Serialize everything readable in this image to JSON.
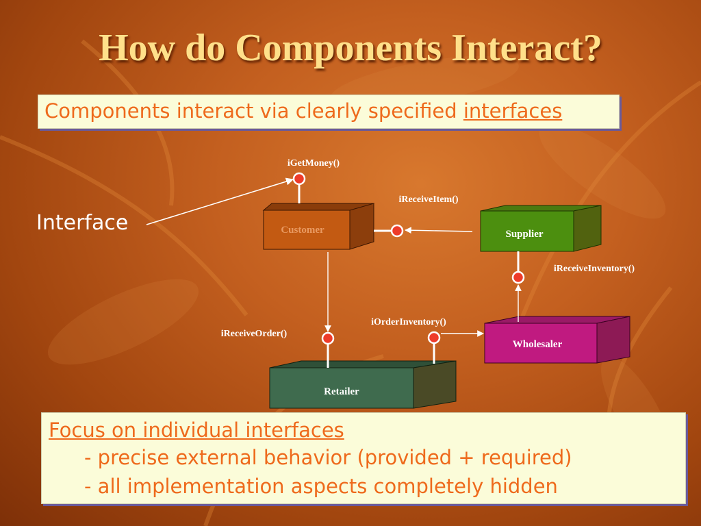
{
  "title": "How do Components Interact?",
  "intro": {
    "text": "Components interact via clearly specified ",
    "emphasis": "interfaces"
  },
  "interface_label": "Interface",
  "components": {
    "customer": "Customer",
    "supplier": "Supplier",
    "wholesaler": "Wholesaler",
    "retailer": "Retailer"
  },
  "interfaces": {
    "get_money": "iGetMoney()",
    "receive_item": "iReceiveItem()",
    "receive_inventory": "iReceiveInventory()",
    "order_inventory": "iOrderInventory()",
    "receive_order": "iReceiveOrder()"
  },
  "focus": {
    "heading": "Focus on individual interfaces",
    "point1": "- precise external behavior (provided + required)",
    "point2": "- all implementation aspects completely hidden"
  },
  "colors": {
    "customer": "#c35a12",
    "supplier": "#4c8f0f",
    "wholesaler": "#c01a80",
    "retailer": "#3f6b4e",
    "interface_dot": "#ee3b2a"
  }
}
